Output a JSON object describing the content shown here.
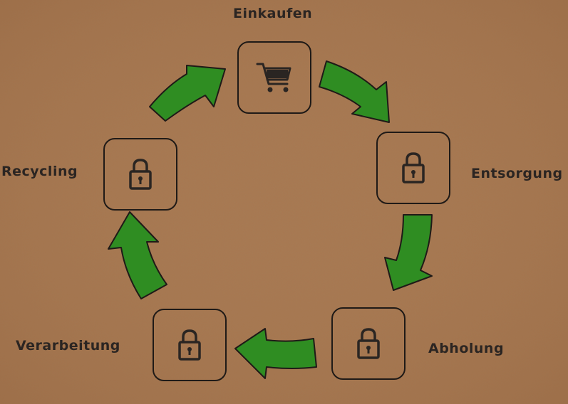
{
  "colors": {
    "background": "#a8774f",
    "arrow_fill": "#2f8d22",
    "outline": "#1f1a17",
    "label_text": "#2b2522"
  },
  "stages": [
    {
      "id": "einkaufen",
      "label": "Einkaufen",
      "icon": "shopping-cart-icon",
      "locked": false
    },
    {
      "id": "entsorgung",
      "label": "Entsorgung",
      "icon": "padlock-icon",
      "locked": true
    },
    {
      "id": "abholung",
      "label": "Abholung",
      "icon": "padlock-icon",
      "locked": true
    },
    {
      "id": "verarbeitung",
      "label": "Verarbeitung",
      "icon": "padlock-icon",
      "locked": true
    },
    {
      "id": "recycling",
      "label": "Recycling",
      "icon": "padlock-icon",
      "locked": true
    }
  ]
}
